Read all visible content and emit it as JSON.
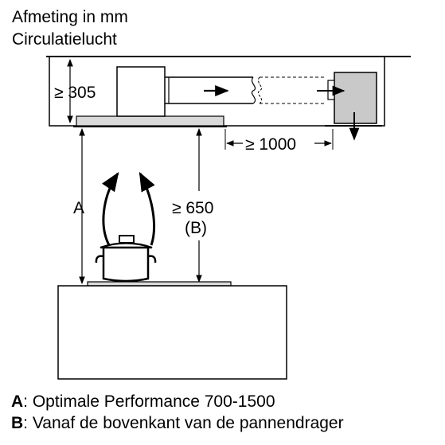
{
  "title": {
    "line1": "Afmeting in mm",
    "line2": "Circulatielucht"
  },
  "diagram": {
    "height_label": "≥ 305",
    "distance_label": "≥ 1000",
    "label_a": "A",
    "min_height_label": "≥ 650",
    "min_height_ref": "(B)"
  },
  "legend": {
    "a_key": "A",
    "a_text": ": Optimale Performance 700-1500",
    "b_key": "B",
    "b_text": ": Vanaf de bovenkant van de pannendrager"
  },
  "colors": {
    "line": "#000000",
    "box_fill": "#c9c9c9",
    "panel_fill": "#d9d9d9"
  }
}
